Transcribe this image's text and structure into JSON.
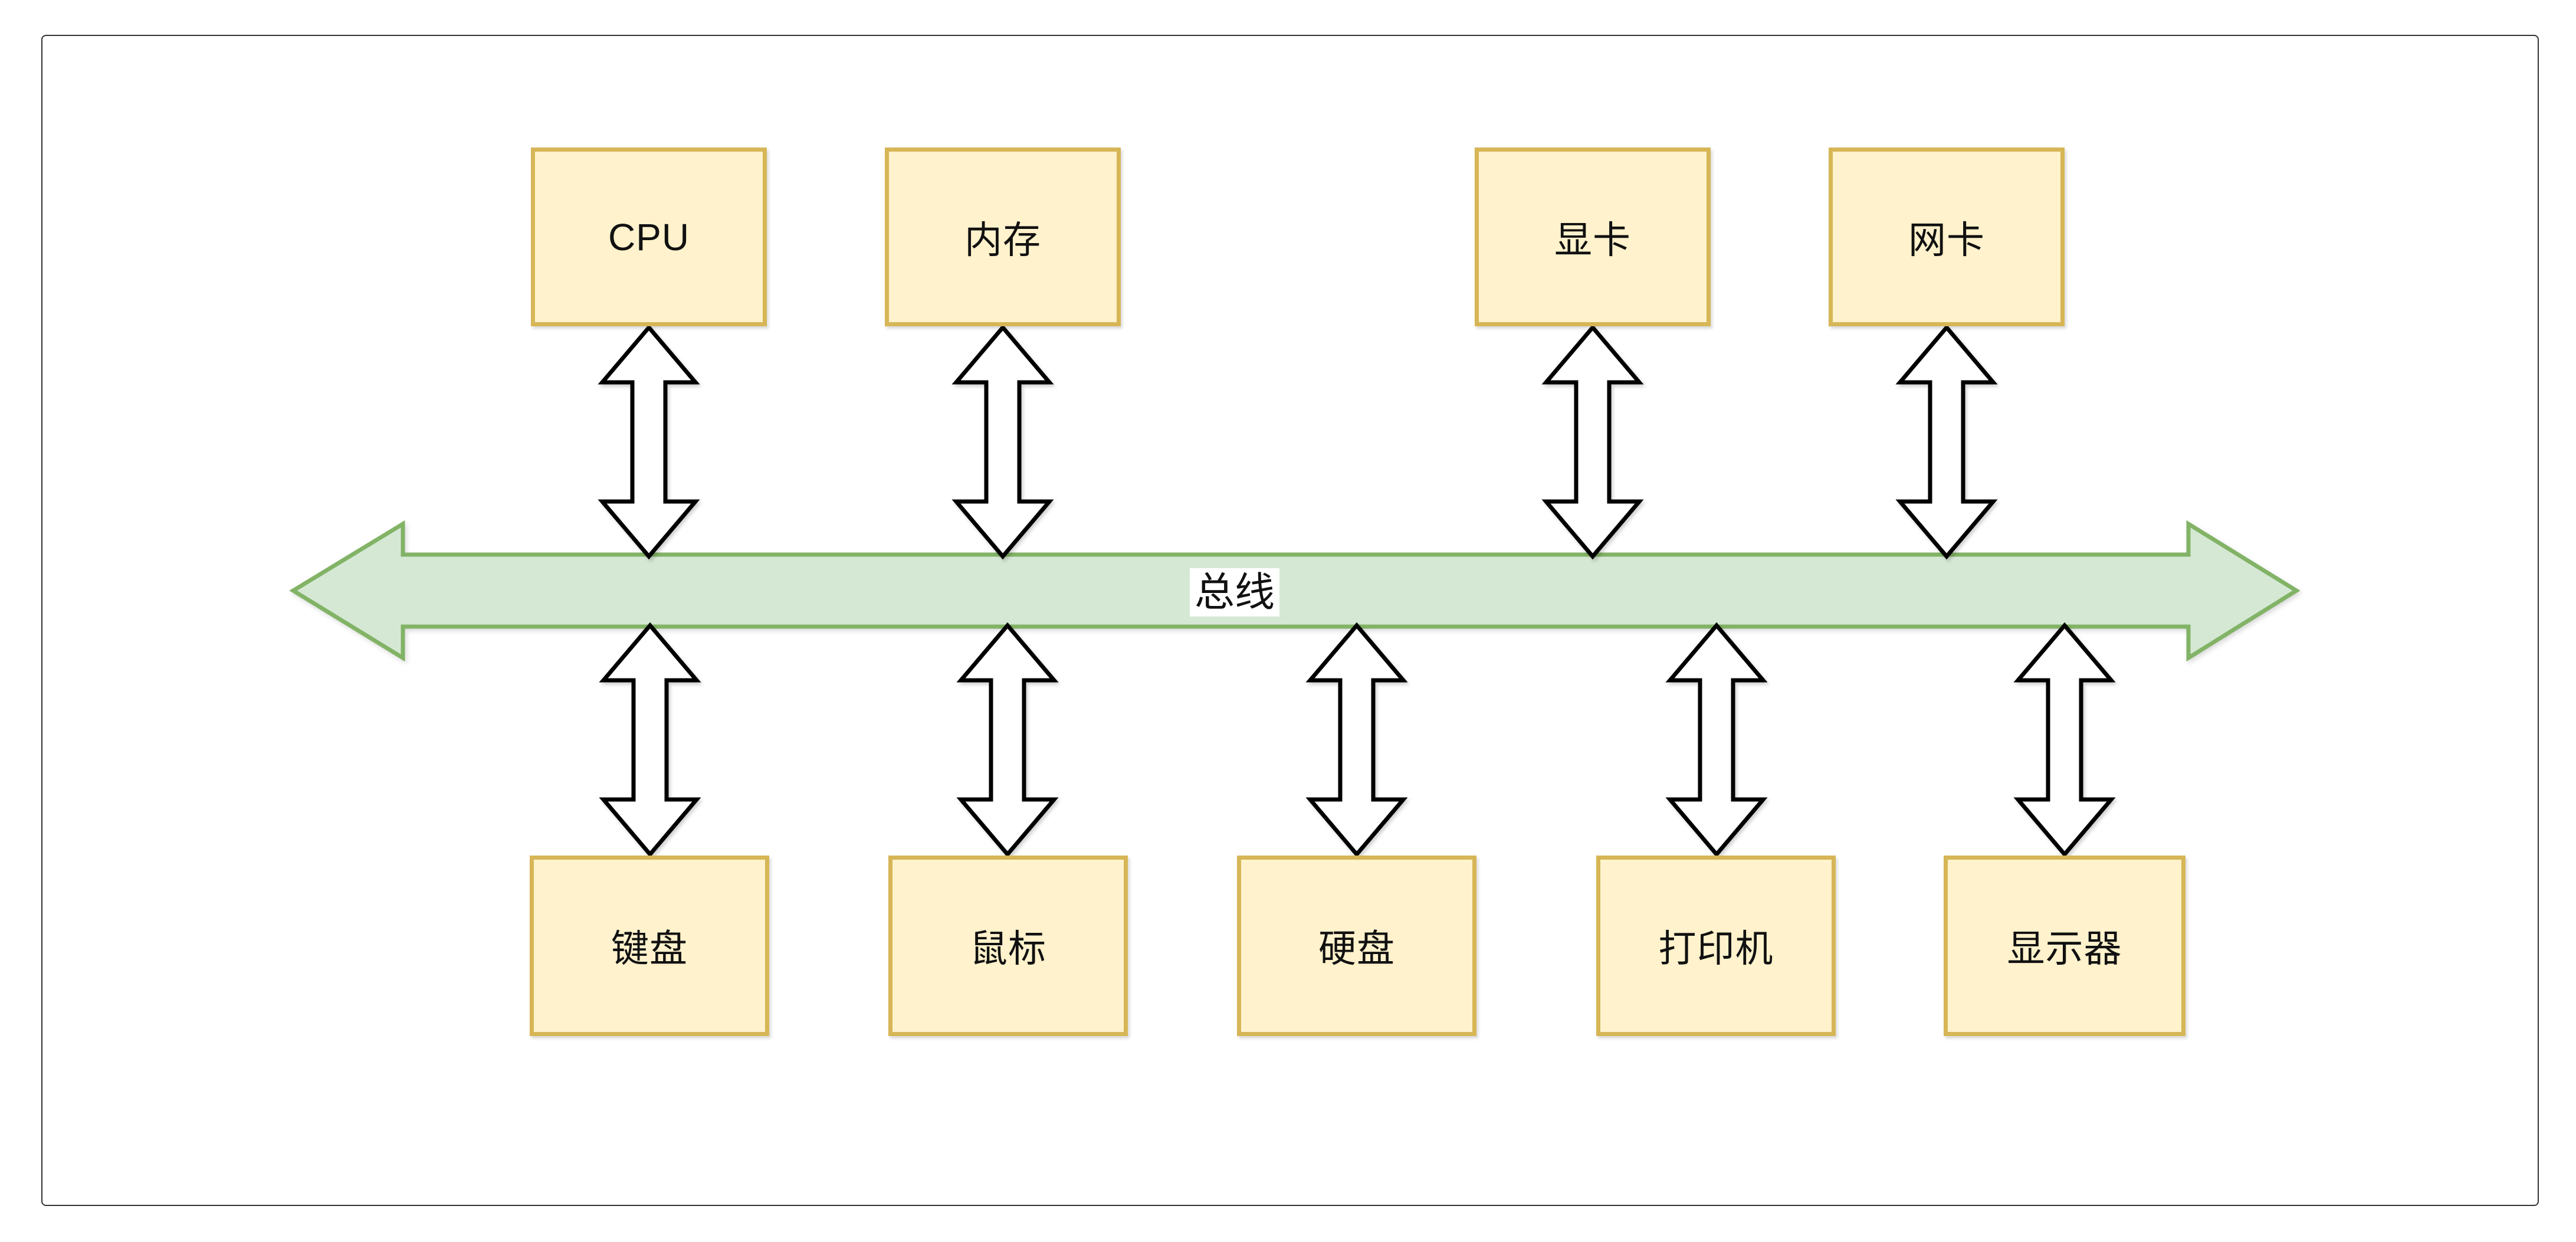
{
  "colors": {
    "canvas_bg": "#FFFFFF",
    "frame_stroke": "#333333",
    "node_fill": "#FFF2CC",
    "node_stroke": "#D6B656",
    "bus_fill": "#D5E8D4",
    "bus_stroke": "#82B366",
    "arrow_fill": "#FFFFFF",
    "arrow_stroke": "#000000",
    "text": "#111111"
  },
  "diagram": {
    "title_hint": "computer bus architecture diagram",
    "bus": {
      "label": "总线"
    },
    "top_nodes": [
      {
        "id": "cpu",
        "label": "CPU"
      },
      {
        "id": "memory",
        "label": "内存"
      },
      {
        "id": "graphics-card",
        "label": "显卡"
      },
      {
        "id": "network-card",
        "label": "网卡"
      }
    ],
    "bottom_nodes": [
      {
        "id": "keyboard",
        "label": "键盘"
      },
      {
        "id": "mouse",
        "label": "鼠标"
      },
      {
        "id": "hard-disk",
        "label": "硬盘"
      },
      {
        "id": "printer",
        "label": "打印机"
      },
      {
        "id": "monitor",
        "label": "显示器"
      }
    ]
  }
}
